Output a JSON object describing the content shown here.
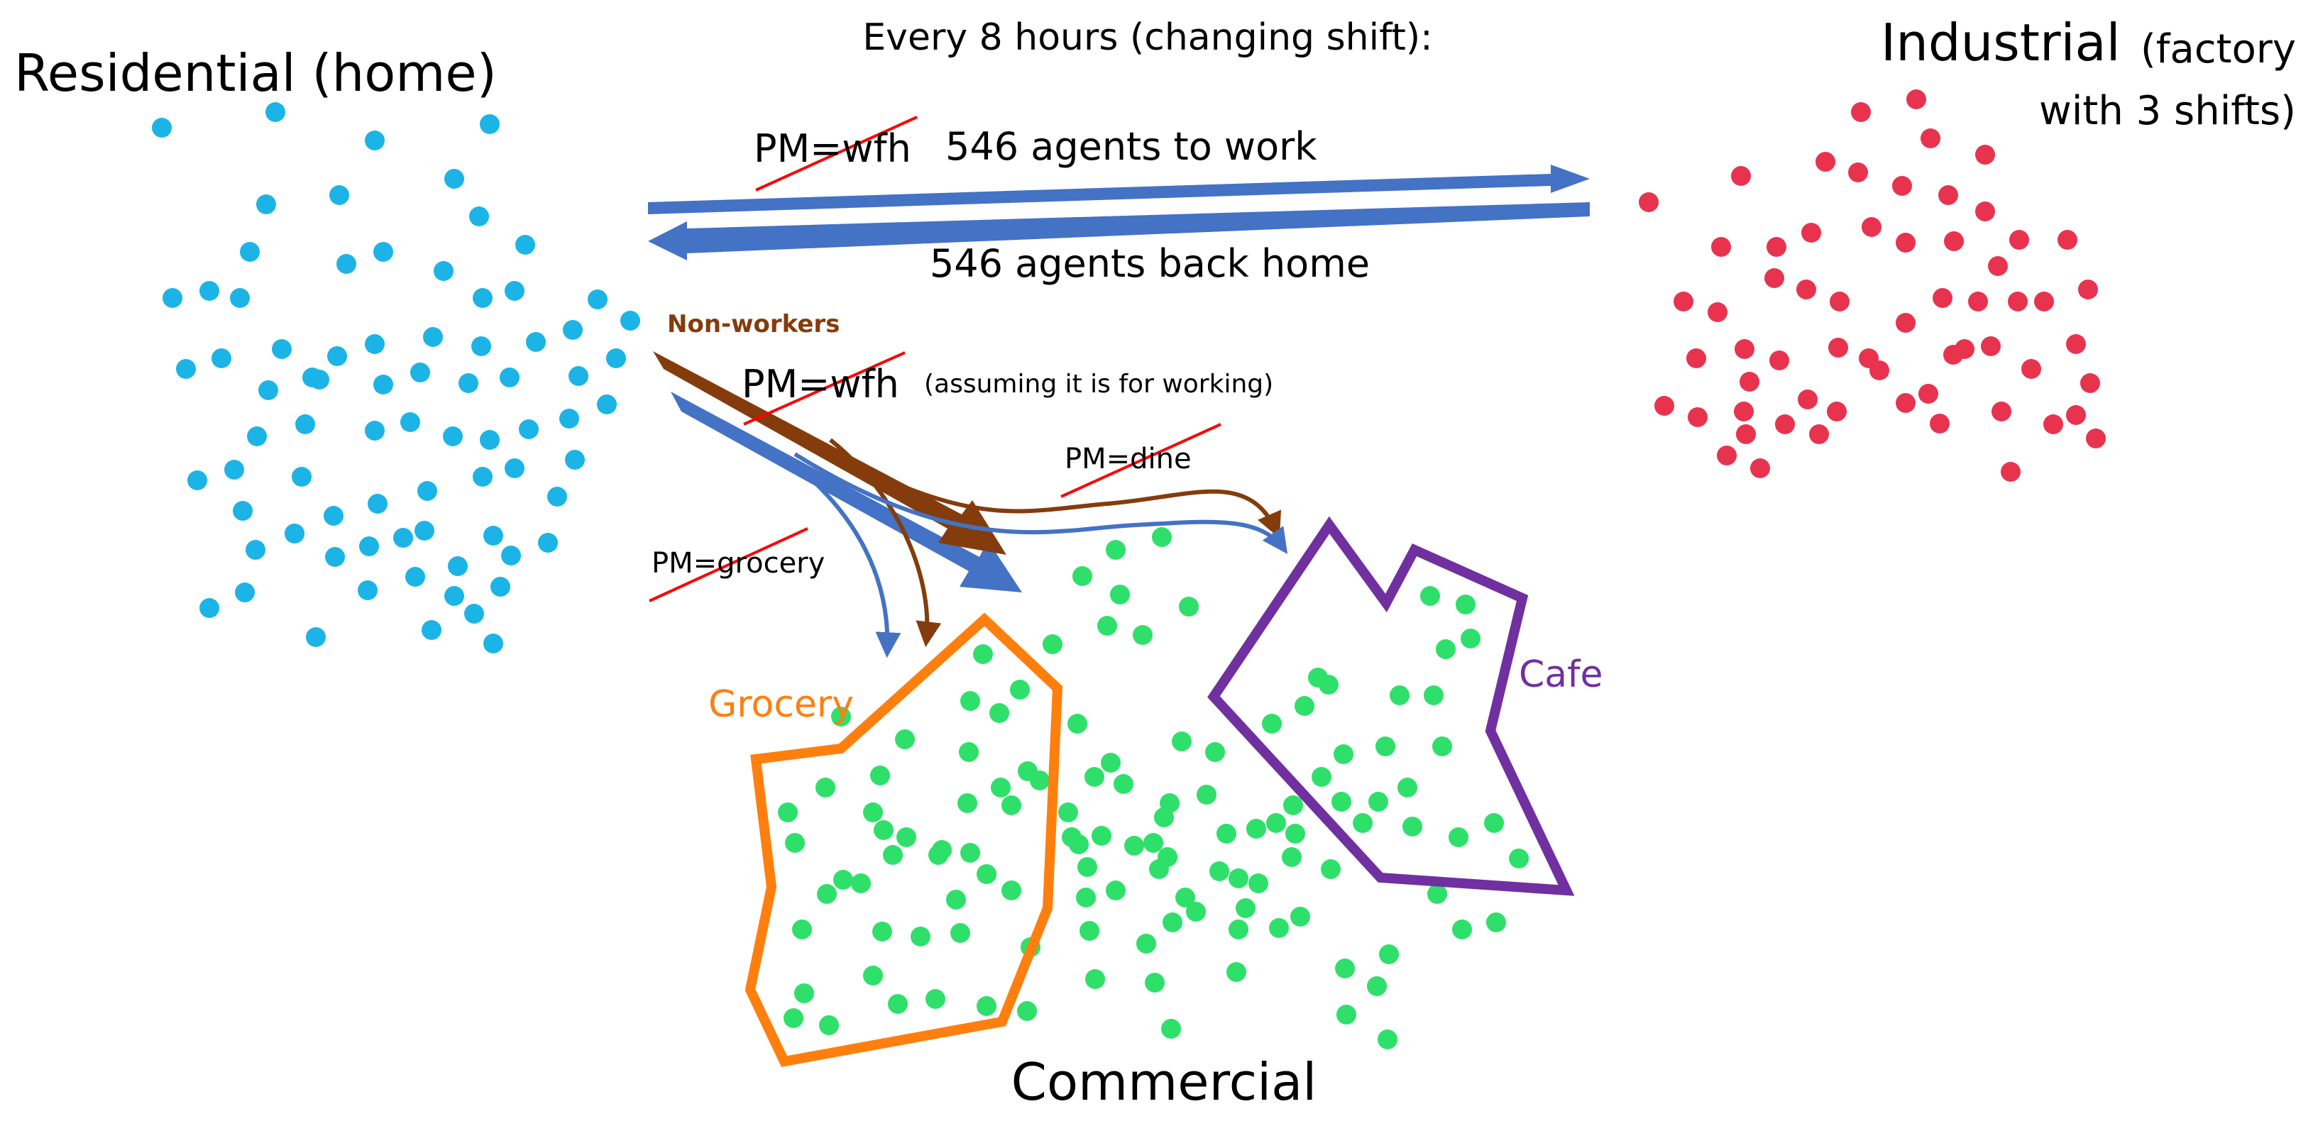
{
  "labels": {
    "residential": "Residential (home)",
    "industrial_main": "Industrial",
    "industrial_paren_1": "(factory",
    "industrial_paren_2": "with 3 shifts)",
    "commercial": "Commercial",
    "shift_header": "Every 8 hours (changing shift):",
    "to_work": "546 agents to work",
    "back_home": "546 agents back home",
    "non_workers": "Non-workers",
    "pm_wfh_top": "PM=wfh",
    "pm_wfh_mid": "PM=wfh",
    "assuming": "(assuming it is for working)",
    "pm_dine": "PM=dine",
    "pm_grocery": "PM=grocery",
    "grocery": "Grocery",
    "cafe": "Cafe"
  },
  "colors": {
    "residential_dot": "#1cb4e6",
    "industrial_dot": "#e8334f",
    "commercial_dot": "#2ee06a",
    "blue_arrow": "#4472c4",
    "brown_arrow": "#843c0c",
    "strike": "#ff0000",
    "grocery_outline": "#ff7f0e",
    "cafe_outline": "#7030a0",
    "text": "#000000"
  }
}
